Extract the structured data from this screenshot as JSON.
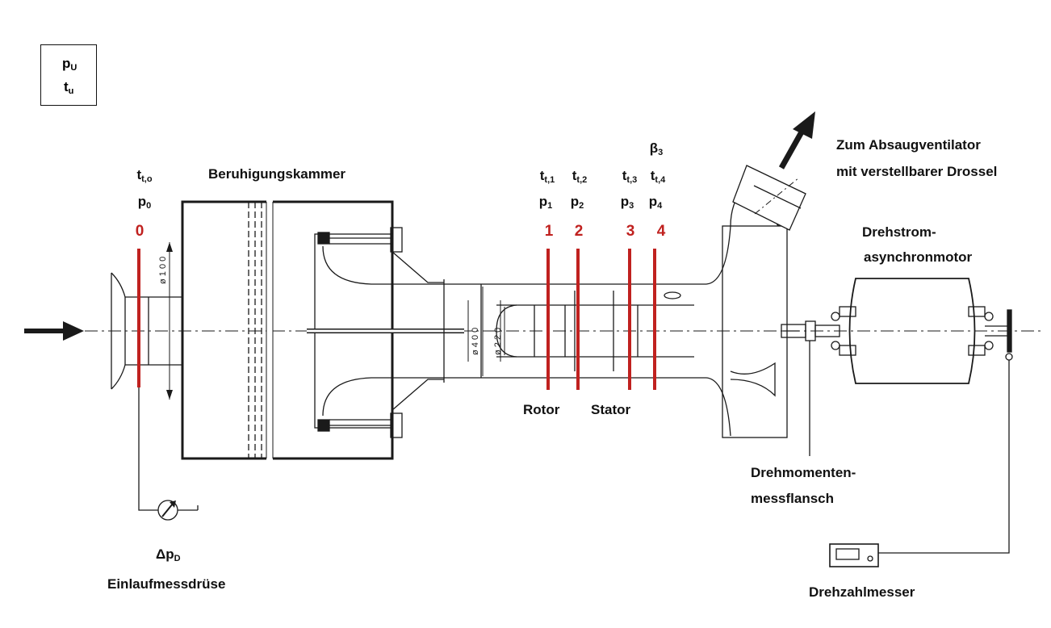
{
  "ambient": {
    "p": "p",
    "p_sub": "U",
    "t": "t",
    "t_sub": "u"
  },
  "titles": {
    "chamber": "Beruhigungskammer",
    "exhaust_1": "Zum Absaugventilator",
    "exhaust_2": "mit verstellbarer Drossel",
    "motor_1": "Drehstrom-",
    "motor_2": "asynchronmotor",
    "torque_1": "Drehmomenten-",
    "torque_2": "messflansch",
    "tacho": "Drehzahlmesser",
    "nozzle": "Einlaufmessdrüse",
    "dp": "Δp",
    "dp_sub": "D",
    "rotor": "Rotor",
    "stator": "Stator"
  },
  "stations": [
    {
      "id": "0",
      "t": "t",
      "t_sub": "t,o",
      "p": "p",
      "p_sub": "0"
    },
    {
      "id": "1",
      "t": "t",
      "t_sub": "t,1",
      "p": "p",
      "p_sub": "1"
    },
    {
      "id": "2",
      "t": "t",
      "t_sub": "t,2",
      "p": "p",
      "p_sub": "2"
    },
    {
      "id": "3",
      "t": "t",
      "t_sub": "t,3",
      "p": "p",
      "p_sub": "3"
    },
    {
      "id": "4",
      "t": "t",
      "t_sub": "t,4",
      "p": "p",
      "p_sub": "4",
      "beta": "β",
      "beta_sub": "3"
    }
  ],
  "dims": {
    "d100": "ø 1 0 0",
    "d400": "ø 4 0 0",
    "d220": "ø 2 2 0"
  },
  "colors": {
    "station_line": "#c0211f",
    "ink": "#1a1a1a"
  }
}
